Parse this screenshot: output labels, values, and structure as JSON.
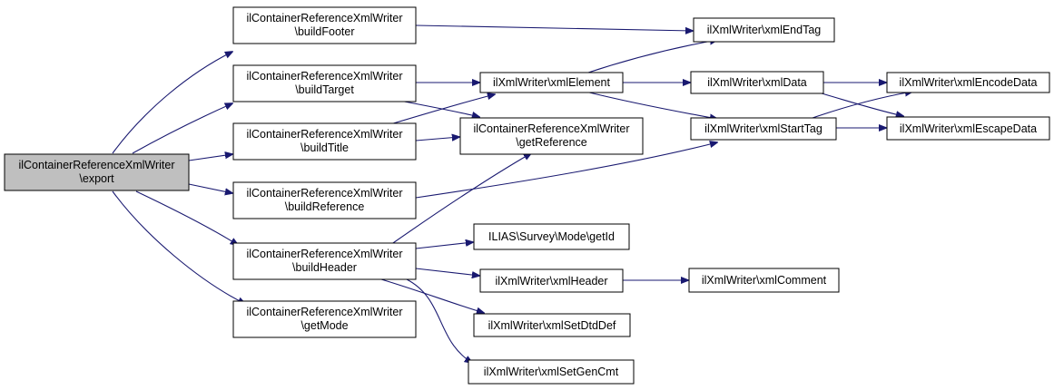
{
  "nodes": {
    "export": {
      "lines": [
        "ilContainerReferenceXmlWriter",
        "\\export"
      ],
      "focus": true
    },
    "buildFooter": {
      "lines": [
        "ilContainerReferenceXmlWriter",
        "\\buildFooter"
      ]
    },
    "buildTarget": {
      "lines": [
        "ilContainerReferenceXmlWriter",
        "\\buildTarget"
      ]
    },
    "buildTitle": {
      "lines": [
        "ilContainerReferenceXmlWriter",
        "\\buildTitle"
      ]
    },
    "buildReference": {
      "lines": [
        "ilContainerReferenceXmlWriter",
        "\\buildReference"
      ]
    },
    "buildHeader": {
      "lines": [
        "ilContainerReferenceXmlWriter",
        "\\buildHeader"
      ]
    },
    "getMode": {
      "lines": [
        "ilContainerReferenceXmlWriter",
        "\\getMode"
      ]
    },
    "xmlElement": {
      "lines": [
        "ilXmlWriter\\xmlElement"
      ]
    },
    "getReference": {
      "lines": [
        "ilContainerReferenceXmlWriter",
        "\\getReference"
      ]
    },
    "surveyGetId": {
      "lines": [
        "ILIAS\\Survey\\Mode\\getId"
      ]
    },
    "xmlHeader": {
      "lines": [
        "ilXmlWriter\\xmlHeader"
      ]
    },
    "xmlSetDtdDef": {
      "lines": [
        "ilXmlWriter\\xmlSetDtdDef"
      ]
    },
    "xmlSetGenCmt": {
      "lines": [
        "ilXmlWriter\\xmlSetGenCmt"
      ]
    },
    "xmlEndTag": {
      "lines": [
        "ilXmlWriter\\xmlEndTag"
      ]
    },
    "xmlData": {
      "lines": [
        "ilXmlWriter\\xmlData"
      ]
    },
    "xmlStartTag": {
      "lines": [
        "ilXmlWriter\\xmlStartTag"
      ]
    },
    "xmlComment": {
      "lines": [
        "ilXmlWriter\\xmlComment"
      ]
    },
    "xmlEncodeData": {
      "lines": [
        "ilXmlWriter\\xmlEncodeData"
      ]
    },
    "xmlEscapeData": {
      "lines": [
        "ilXmlWriter\\xmlEscapeData"
      ]
    }
  },
  "colors": {
    "edge": "#191970",
    "focus_fill": "#bfbfbf",
    "node_fill": "#ffffff",
    "node_border": "#000000"
  }
}
